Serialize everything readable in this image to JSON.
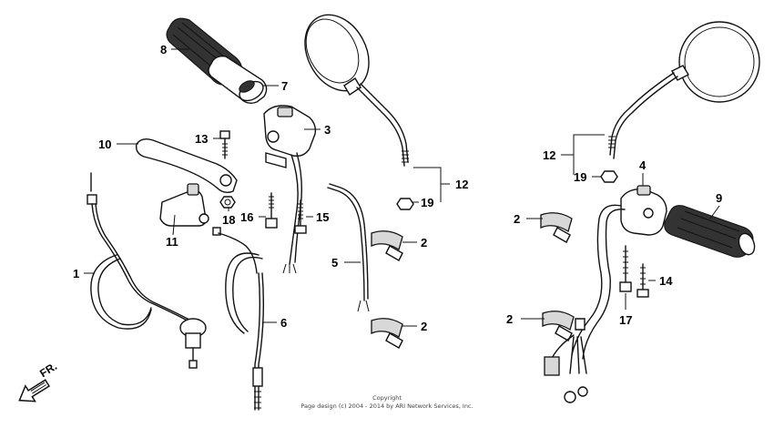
{
  "labels": {
    "p1": "1",
    "p2a": "2",
    "p2b": "2",
    "p2c": "2",
    "p2d": "2",
    "p3": "3",
    "p4": "4",
    "p5": "5",
    "p6": "6",
    "p7": "7",
    "p8": "8",
    "p9": "9",
    "p10": "10",
    "p11": "11",
    "p12a": "12",
    "p12b": "12",
    "p13": "13",
    "p14": "14",
    "p15": "15",
    "p16": "16",
    "p17": "17",
    "p18": "18",
    "p19a": "19",
    "p19b": "19"
  },
  "direction": "FR.",
  "copyright": {
    "line1": "Copyright",
    "line2": "Page design (c) 2004 - 2014 by ARI Network Services, Inc."
  }
}
